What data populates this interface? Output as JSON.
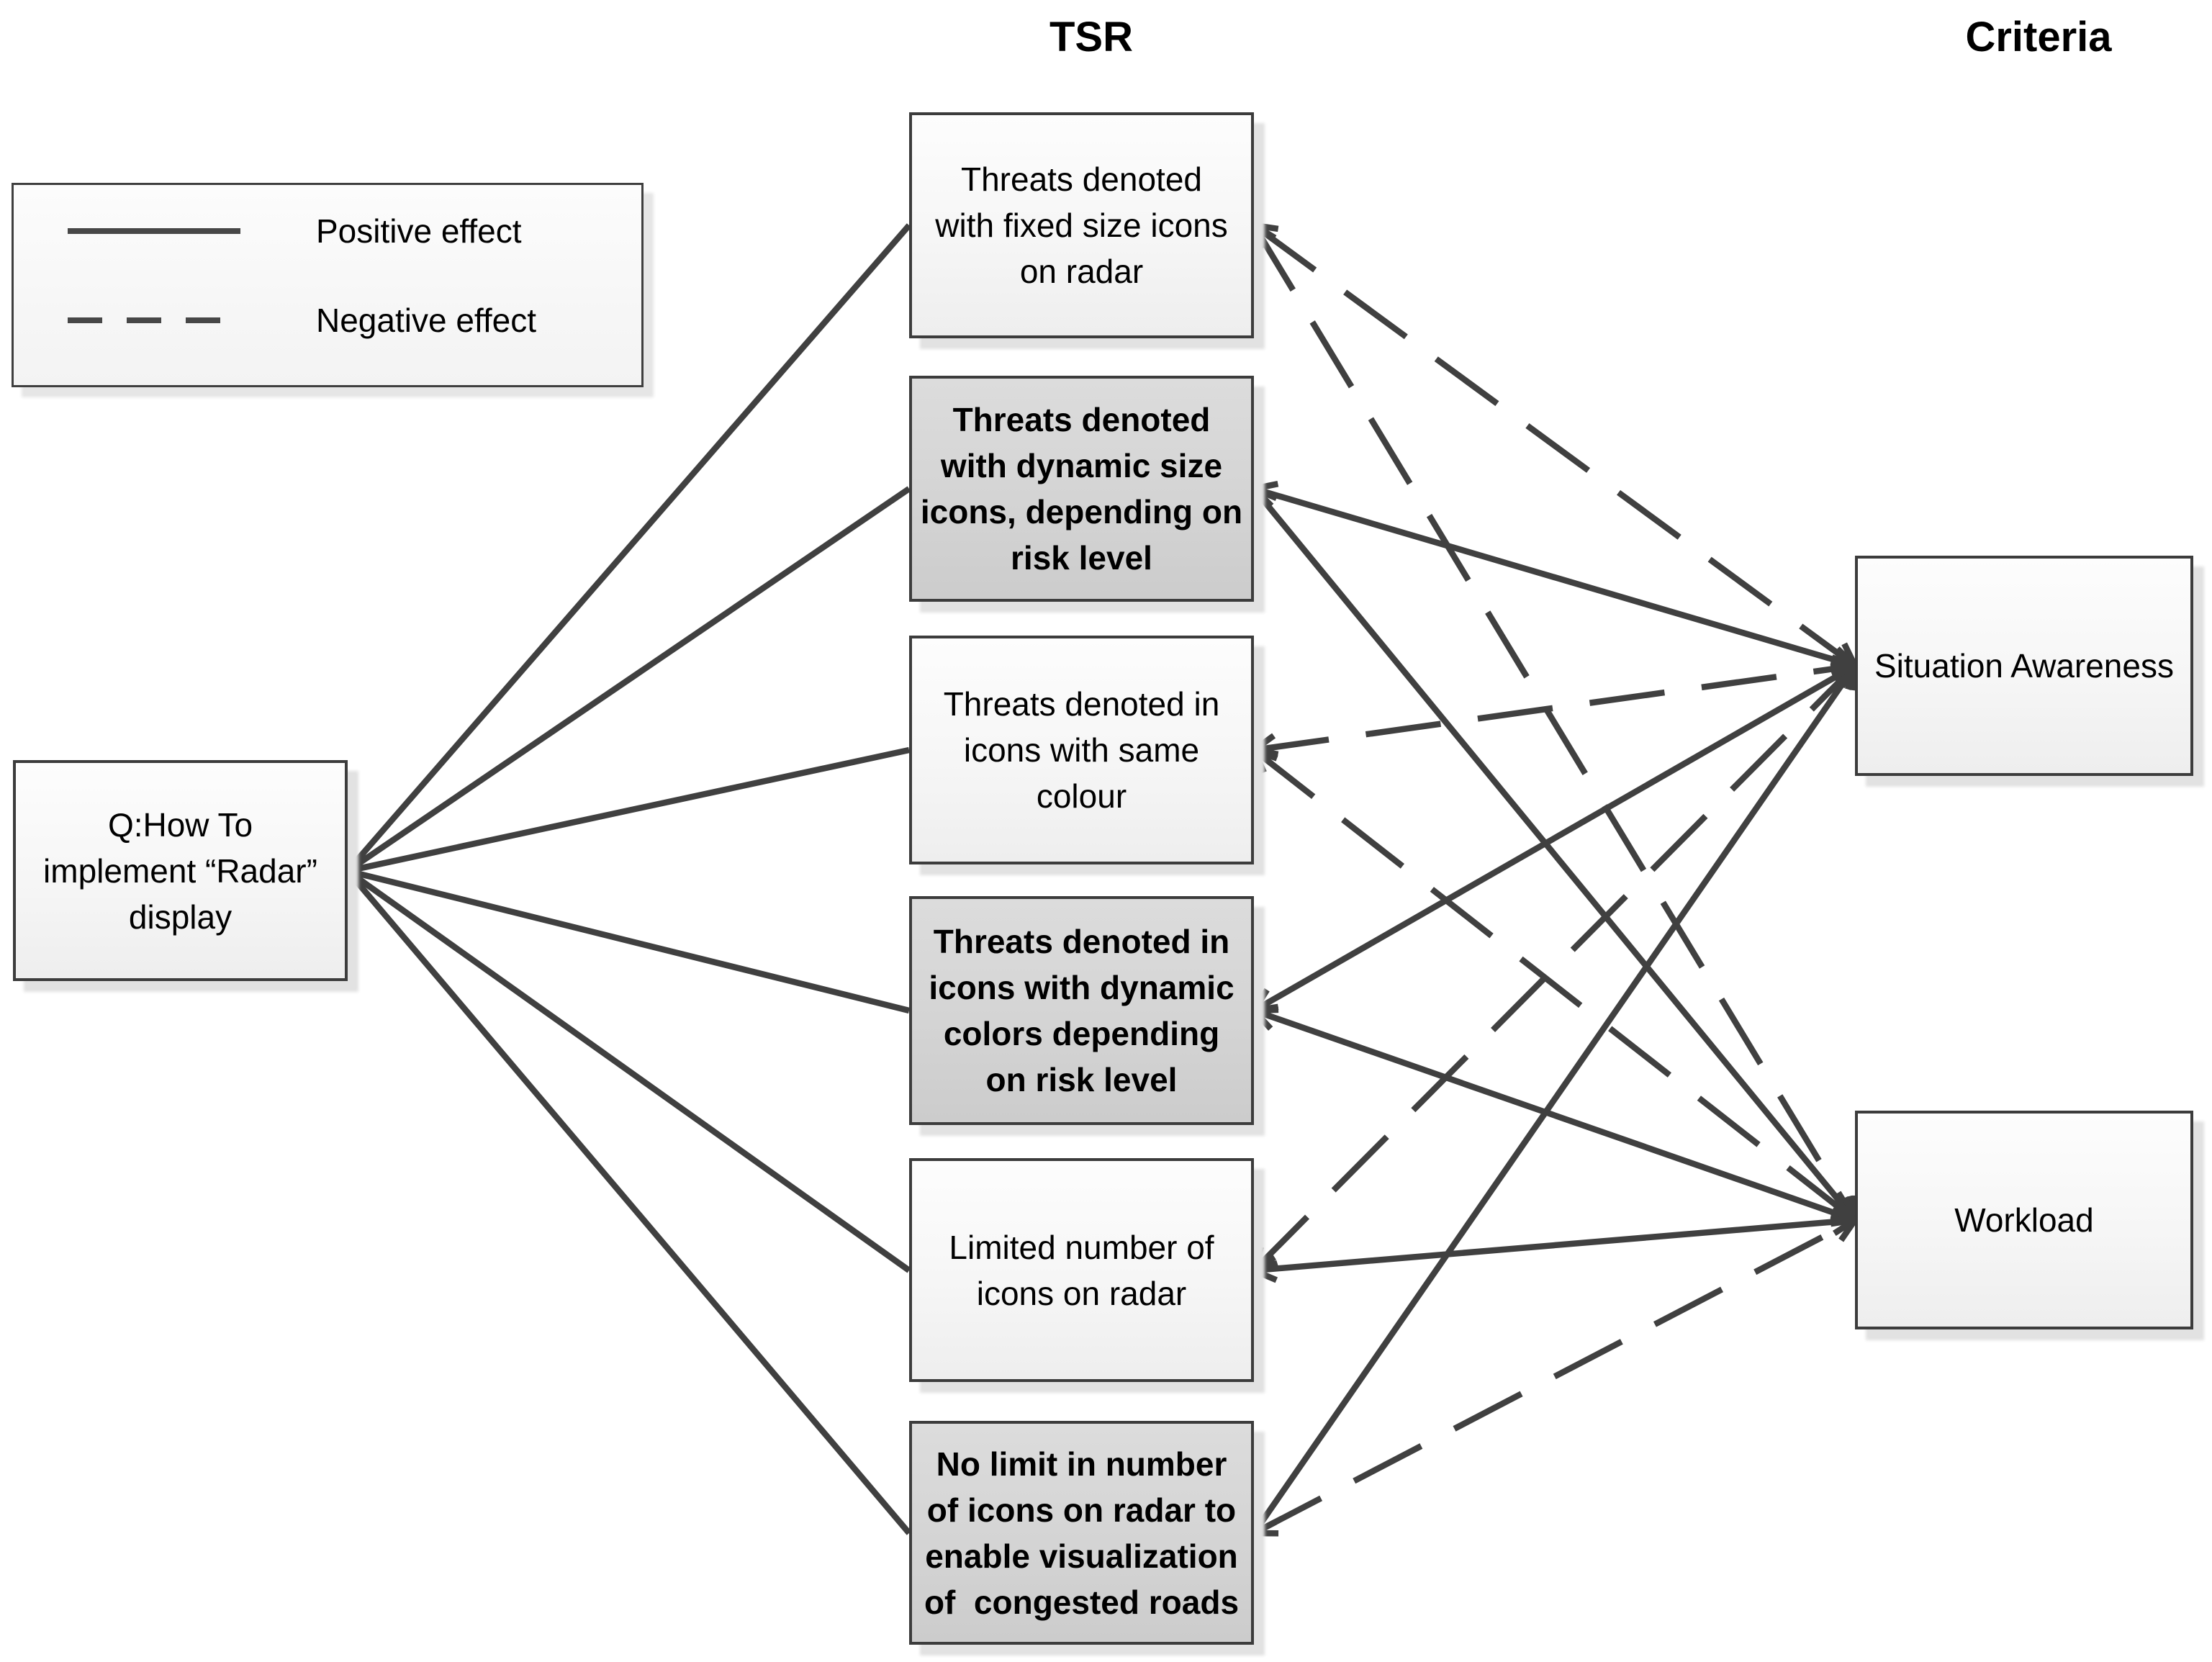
{
  "headers": {
    "tsr": "TSR",
    "criteria": "Criteria"
  },
  "legend": {
    "positive_label": "Positive effect",
    "negative_label": "Negative effect",
    "positive_style": "solid",
    "negative_style": "dashed"
  },
  "question": {
    "id": "q",
    "lines": [
      "Q:How To",
      "implement “Radar”",
      "display"
    ]
  },
  "tsr_options": [
    {
      "id": "b1",
      "emphasis": false,
      "lines": [
        "Threats denoted",
        "with fixed size icons",
        "on radar"
      ]
    },
    {
      "id": "b2",
      "emphasis": true,
      "lines": [
        "Threats denoted",
        "with dynamic size",
        "icons, depending on",
        "risk level"
      ]
    },
    {
      "id": "b3",
      "emphasis": false,
      "lines": [
        "Threats denoted in",
        "icons with same",
        "colour"
      ]
    },
    {
      "id": "b4",
      "emphasis": true,
      "lines": [
        "Threats denoted in",
        "icons with dynamic",
        "colors depending",
        "on risk level"
      ]
    },
    {
      "id": "b5",
      "emphasis": false,
      "lines": [
        "Limited number of",
        "icons on radar"
      ]
    },
    {
      "id": "b6",
      "emphasis": true,
      "lines": [
        "No limit in number",
        "of icons on radar to",
        "enable visualization",
        "of  congested roads"
      ]
    }
  ],
  "criteria": [
    {
      "id": "sa",
      "label": "Situation Awareness"
    },
    {
      "id": "wl",
      "label": "Workload"
    }
  ],
  "edges": {
    "question_to_options": [
      {
        "from": "q",
        "to": "b1",
        "style": "solid"
      },
      {
        "from": "q",
        "to": "b2",
        "style": "solid"
      },
      {
        "from": "q",
        "to": "b3",
        "style": "solid"
      },
      {
        "from": "q",
        "to": "b4",
        "style": "solid"
      },
      {
        "from": "q",
        "to": "b5",
        "style": "solid"
      },
      {
        "from": "q",
        "to": "b6",
        "style": "solid"
      }
    ],
    "options_to_criteria": [
      {
        "from": "b1",
        "to": "sa",
        "style": "dashed"
      },
      {
        "from": "b1",
        "to": "wl",
        "style": "dashed"
      },
      {
        "from": "b2",
        "to": "sa",
        "style": "solid"
      },
      {
        "from": "b2",
        "to": "wl",
        "style": "solid"
      },
      {
        "from": "b3",
        "to": "sa",
        "style": "dashed"
      },
      {
        "from": "b3",
        "to": "wl",
        "style": "dashed"
      },
      {
        "from": "b4",
        "to": "sa",
        "style": "solid"
      },
      {
        "from": "b4",
        "to": "wl",
        "style": "solid"
      },
      {
        "from": "b5",
        "to": "sa",
        "style": "dashed"
      },
      {
        "from": "b5",
        "to": "wl",
        "style": "solid"
      },
      {
        "from": "b6",
        "to": "sa",
        "style": "solid"
      },
      {
        "from": "b6",
        "to": "wl",
        "style": "dashed"
      }
    ]
  },
  "colors": {
    "line": "#404040",
    "box_border": "#3c3c3c",
    "light_fill": "#f6f6f6",
    "gray_fill": "#d4d4d4",
    "shadow": "#e2e2e2",
    "text": "#000000"
  }
}
